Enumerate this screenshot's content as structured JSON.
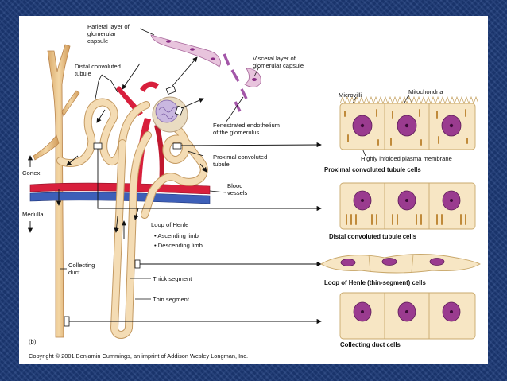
{
  "labels": {
    "parietal_layer": [
      "Parietal layer of",
      "glomerular",
      "capsule"
    ],
    "distal_tubule": [
      "Distal convoluted",
      "tubule"
    ],
    "visceral_layer": [
      "Visceral layer of",
      "glomerular capsule"
    ],
    "fenestrated": [
      "Fenestrated endothelium",
      "of the glomerulus"
    ],
    "proximal_tubule": [
      "Proximal convoluted",
      "tubule"
    ],
    "blood_vessels": [
      "Blood",
      "vessels"
    ],
    "cortex": "Cortex",
    "medulla": "Medulla",
    "loop_of_henle": "Loop of Henle",
    "ascending_limb": "• Ascending limb",
    "descending_limb": "• Descending limb",
    "collecting_duct": [
      "Collecting",
      "duct"
    ],
    "thick_segment": "Thick segment",
    "thin_segment": "Thin segment",
    "microvilli": "Microvilli",
    "mitochondria": "Mitochondria",
    "infolded_membrane": "Highly infolded plasma membrane",
    "panel_letter": "(b)"
  },
  "captions": {
    "proximal_cells": "Proximal convoluted tubule cells",
    "distal_cells": "Distal convoluted tubule cells",
    "henle_cells": "Loop of Henle (thin-segment) cells",
    "collecting_cells": "Collecting duct cells"
  },
  "copyright": "Copyright © 2001 Benjamin Cummings, an imprint of Addison Wesley Longman, Inc.",
  "colors": {
    "slide_background": "#1c3a78",
    "tubule": "#f4dcb4",
    "artery": "#d81f3c",
    "vein": "#3d5fb8",
    "cell_nucleus": "#9a3b8f",
    "glomerular_capsule": "#c9b7e0"
  }
}
